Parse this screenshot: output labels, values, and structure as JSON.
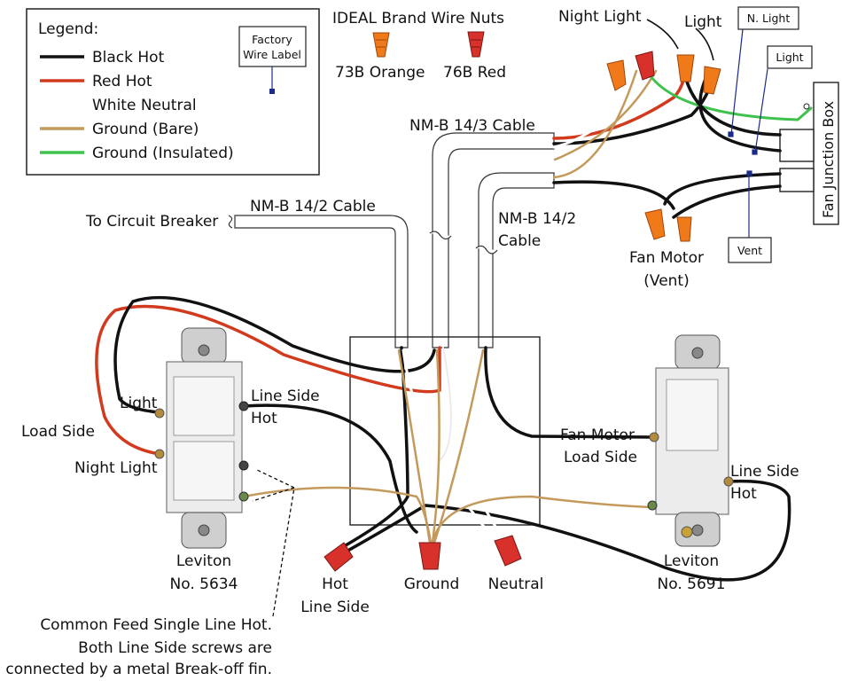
{
  "legend": {
    "title": "Legend:",
    "items": [
      {
        "label": "Black Hot",
        "color": "#111111"
      },
      {
        "label": "Red Hot",
        "color": "#d23a1e"
      },
      {
        "label": "White Neutral",
        "color": "#ffffff"
      },
      {
        "label": "Ground (Bare)",
        "color": "#c49a5c"
      },
      {
        "label": "Ground (Insulated)",
        "color": "#3ec24d"
      }
    ],
    "factory_label": [
      "Factory",
      "Wire Label"
    ]
  },
  "wire_nuts": {
    "title": "IDEAL Brand Wire Nuts",
    "orange": "73B Orange",
    "red": "76B Red",
    "orange_color": "#f07a1a",
    "red_color": "#d8302a"
  },
  "labels": {
    "night_light_top": "Night Light",
    "light_top": "Light",
    "n_light_box": "N. Light",
    "light_box": "Light",
    "vent_box": "Vent",
    "fan_junction_box": "Fan Junction Box",
    "cable_14_3": "NM-B 14/3 Cable",
    "cable_14_2_left": "NM-B 14/2 Cable",
    "cable_14_2_right": [
      "NM-B 14/2",
      "Cable"
    ],
    "to_breaker": "To Circuit Breaker",
    "fan_motor_vent": [
      "Fan Motor",
      "(Vent)"
    ],
    "light_left": "Light",
    "line_side_hot_left": [
      "Line Side",
      "Hot"
    ],
    "load_side": "Load Side",
    "night_light_left": "Night Light",
    "leviton_left": [
      "Leviton",
      "No. 5634"
    ],
    "hot_line_side": [
      "Hot",
      "Line Side"
    ],
    "ground": "Ground",
    "neutral": "Neutral",
    "fan_motor_load_side": [
      "Fan Motor",
      "Load Side"
    ],
    "line_side_hot_right": [
      "Line Side",
      "Hot"
    ],
    "leviton_right": [
      "Leviton",
      "No. 5691"
    ],
    "note": [
      "Common Feed Single Line Hot.",
      "Both Line Side screws are",
      "connected by a metal Break-off fin."
    ]
  }
}
